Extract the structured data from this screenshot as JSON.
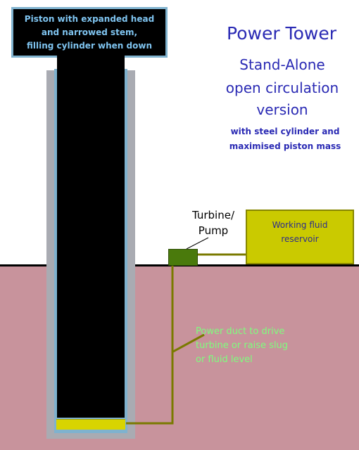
{
  "title": "Power Tower",
  "subtitle": {
    "line1": "Stand-Alone",
    "line2": "open circulation",
    "line3": "version"
  },
  "note": "with steel cylinder and\nmaximised piston mass",
  "piston_label": "Piston with expanded head\nand narrowed stem,\nfilling cylinder when down",
  "turbine_label": "Turbine/\nPump",
  "reservoir_label": "Working fluid\nreservoir",
  "duct_label": "Power duct to drive\nturbine or raise slug\nor fluid level",
  "colors": {
    "title_text": "#2a2ab4",
    "ground": "#c8939c",
    "piston": "#000000",
    "cylinder_wall": "#7fb2ce",
    "reservoir": "#caca00",
    "turbine": "#4a7a0c",
    "duct": "#7a7a00",
    "slug": "#d8d400",
    "duct_label": "#7dff7d"
  }
}
